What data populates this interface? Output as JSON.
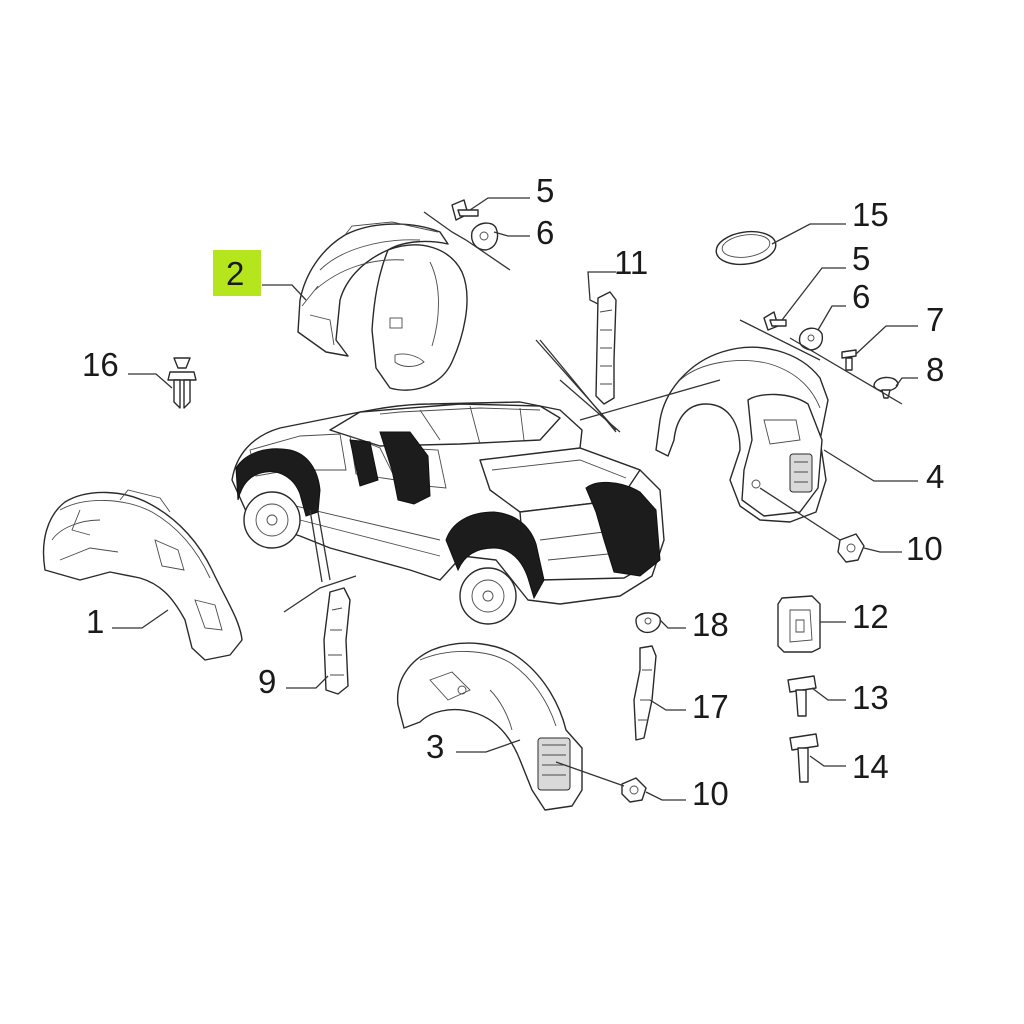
{
  "diagram": {
    "highlight_color": "#b5e61d",
    "label_color": "#1a1a1a",
    "parts": [
      {
        "id": "p1",
        "number": "1",
        "highlighted": false
      },
      {
        "id": "p2",
        "number": "2",
        "highlighted": true
      },
      {
        "id": "p3",
        "number": "3",
        "highlighted": false
      },
      {
        "id": "p4",
        "number": "4",
        "highlighted": false
      },
      {
        "id": "p5a",
        "number": "5",
        "highlighted": false
      },
      {
        "id": "p5b",
        "number": "5",
        "highlighted": false
      },
      {
        "id": "p6a",
        "number": "6",
        "highlighted": false
      },
      {
        "id": "p6b",
        "number": "6",
        "highlighted": false
      },
      {
        "id": "p7",
        "number": "7",
        "highlighted": false
      },
      {
        "id": "p8",
        "number": "8",
        "highlighted": false
      },
      {
        "id": "p9",
        "number": "9",
        "highlighted": false
      },
      {
        "id": "p10a",
        "number": "10",
        "highlighted": false
      },
      {
        "id": "p10b",
        "number": "10",
        "highlighted": false
      },
      {
        "id": "p11",
        "number": "11",
        "highlighted": false
      },
      {
        "id": "p12",
        "number": "12",
        "highlighted": false
      },
      {
        "id": "p13",
        "number": "13",
        "highlighted": false
      },
      {
        "id": "p14",
        "number": "14",
        "highlighted": false
      },
      {
        "id": "p15",
        "number": "15",
        "highlighted": false
      },
      {
        "id": "p16",
        "number": "16",
        "highlighted": false
      },
      {
        "id": "p17",
        "number": "17",
        "highlighted": false
      },
      {
        "id": "p18",
        "number": "18",
        "highlighted": false
      }
    ]
  }
}
